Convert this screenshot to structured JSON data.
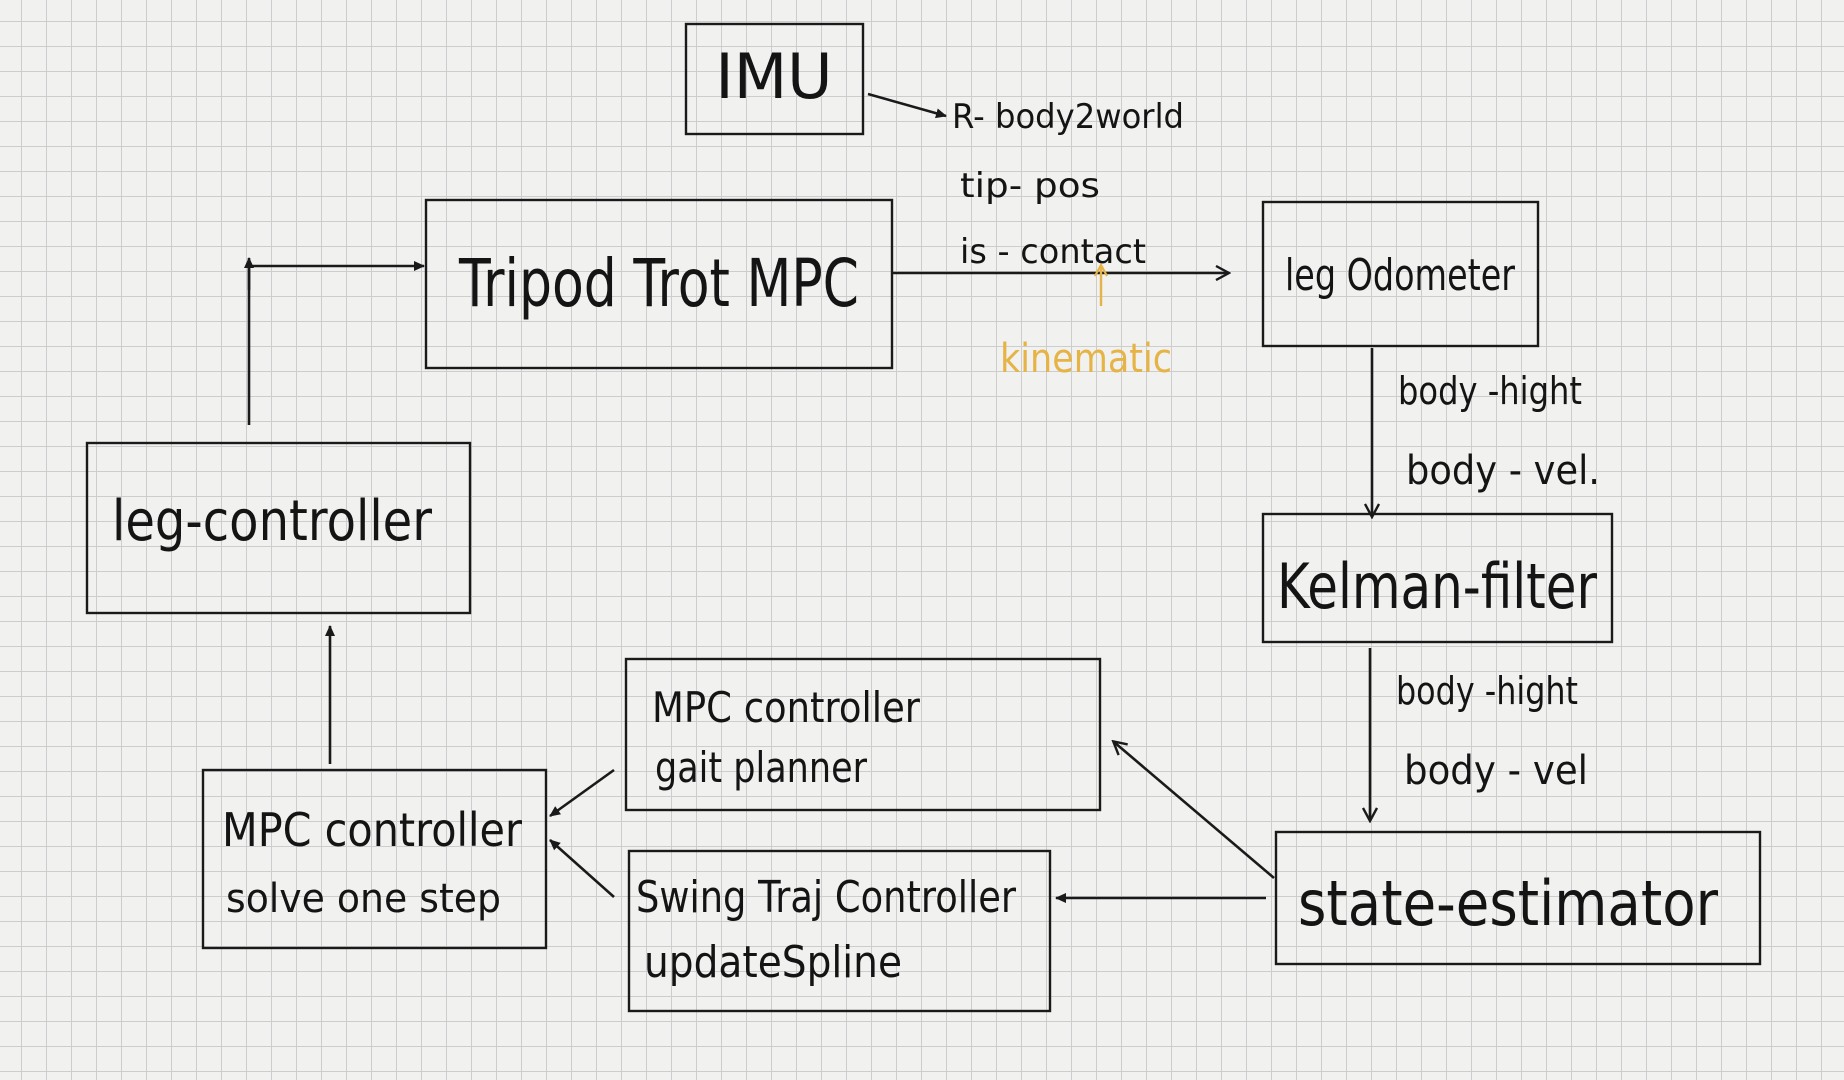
{
  "diagram": {
    "boxes": {
      "imu": {
        "label": "IMU"
      },
      "tripod_trot_mpc": {
        "label": "Tripod Trot MPC"
      },
      "leg_odometer": {
        "label": "leg Odometer"
      },
      "kalman_filter": {
        "label": "Kelman-filter"
      },
      "state_estimator": {
        "label": "state-estimator"
      },
      "leg_controller": {
        "label": "leg-controller"
      },
      "mpc_gait_planner": {
        "line1": "MPC controller",
        "line2": "gait planner"
      },
      "swing_traj_controller": {
        "line1": "Swing Traj Controller",
        "line2": "updateSpline"
      },
      "mpc_solve_one_step": {
        "line1": "MPC controller",
        "line2": "solve one step"
      }
    },
    "edge_labels": {
      "imu_output": "R- body2world",
      "tip_pos": "tip- pos",
      "is_contact": "is - contact",
      "kinematic": "kinematic",
      "odometer_out_1": "body -hight",
      "odometer_out_2": "body - vel.",
      "filter_out_1": "body -hight",
      "filter_out_2": "body - vel"
    },
    "colors": {
      "ink": "#1a1a1a",
      "annotation": "#e6b347",
      "background": "#f1f1ef",
      "grid": "#cdcdcd"
    }
  }
}
